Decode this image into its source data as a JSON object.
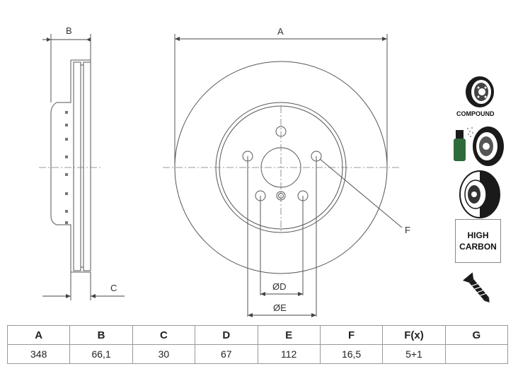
{
  "dimension_labels": {
    "a": "A",
    "b": "B",
    "c": "C",
    "d": "ØD",
    "e": "ØE",
    "f": "F"
  },
  "features": {
    "compound": "COMPOUND",
    "high_carbon_line1": "HIGH",
    "high_carbon_line2": "CARBON"
  },
  "spec_table": {
    "headers": [
      "A",
      "B",
      "C",
      "D",
      "E",
      "F",
      "F(x)",
      "G"
    ],
    "values": [
      "348",
      "66,1",
      "30",
      "67",
      "112",
      "16,5",
      "5+1",
      ""
    ]
  },
  "colors": {
    "line": "#555555",
    "icon_dark": "#1a1a1a",
    "icon_green": "#2e6b3a"
  }
}
